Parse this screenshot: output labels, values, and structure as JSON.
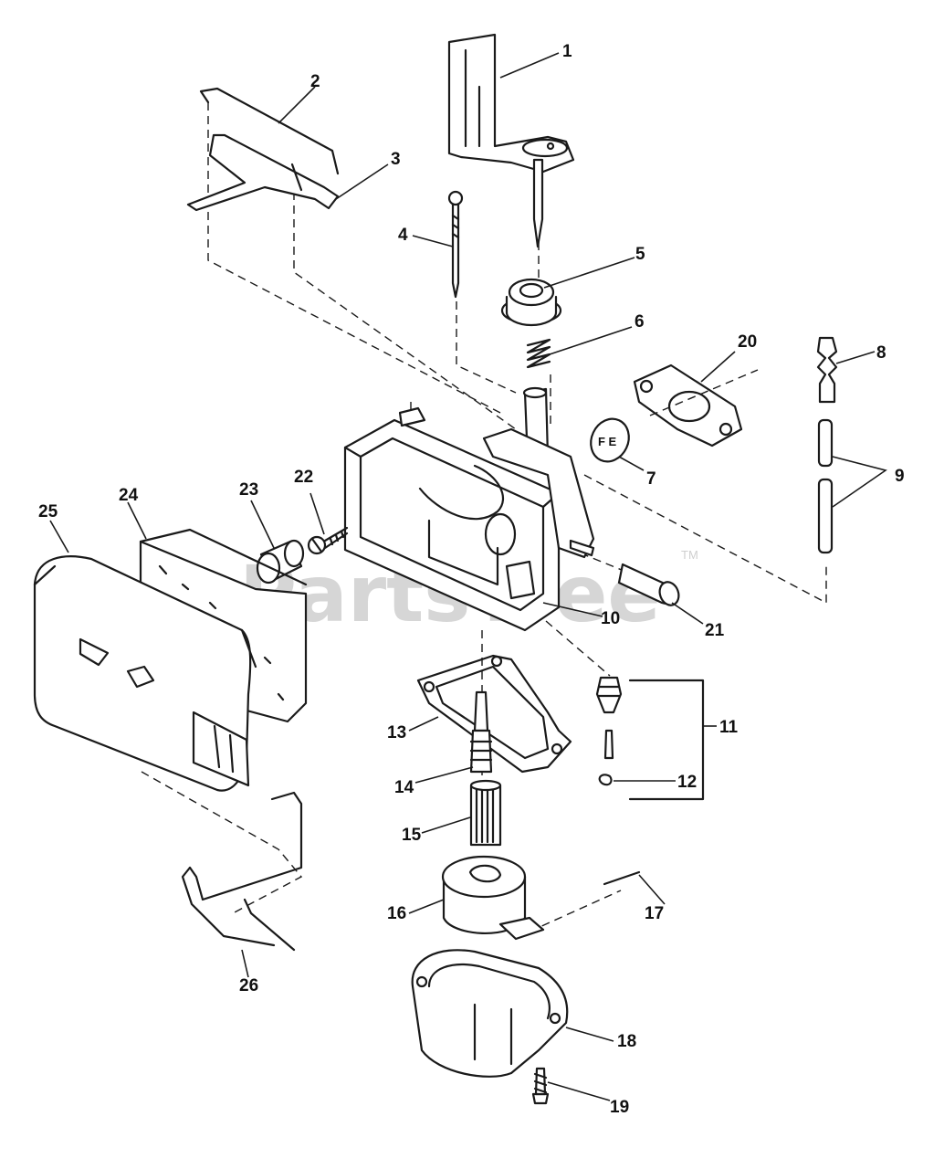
{
  "watermark": {
    "text": "PartsTree",
    "trademark": "TM"
  },
  "callouts": {
    "c1": "1",
    "c2": "2",
    "c3": "3",
    "c4": "4",
    "c5": "5",
    "c6": "6",
    "c7": "7",
    "c8": "8",
    "c9": "9",
    "c10": "10",
    "c11": "11",
    "c12": "12",
    "c13": "13",
    "c14": "14",
    "c15": "15",
    "c16": "16",
    "c17": "17",
    "c18": "18",
    "c19": "19",
    "c20": "20",
    "c21": "21",
    "c22": "22",
    "c23": "23",
    "c24": "24",
    "c25": "25",
    "c26": "26"
  },
  "symbols": {
    "fuel_gauge_letters": "F E"
  },
  "colors": {
    "ink": "#1a1a1a",
    "watermark": "#d6d6d6",
    "background": "#ffffff"
  }
}
